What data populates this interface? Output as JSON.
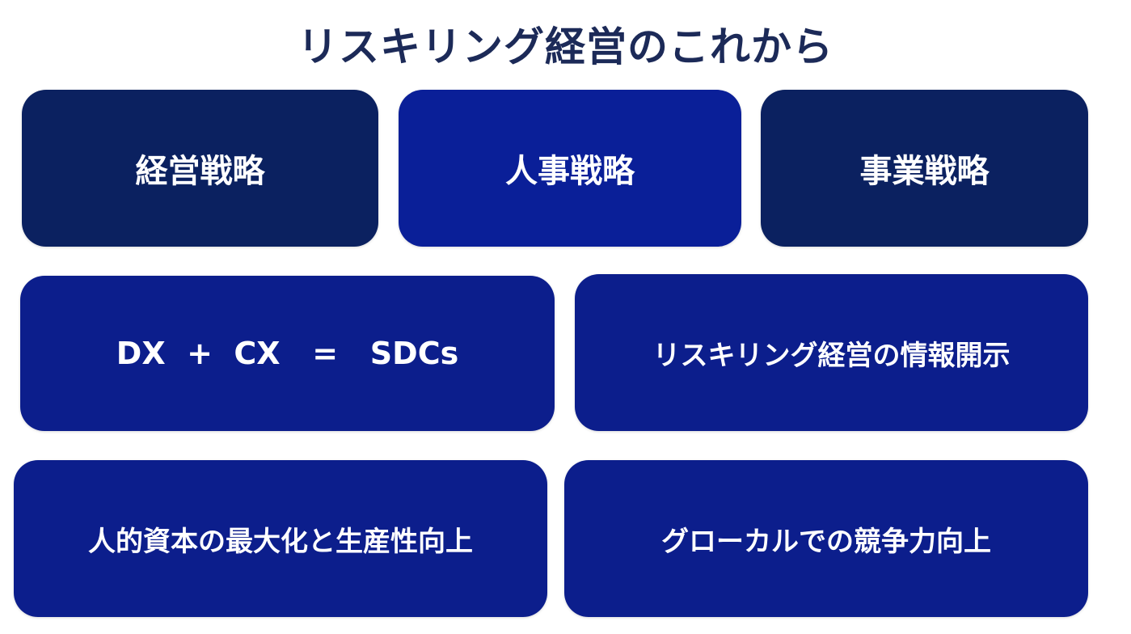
{
  "title": "リスキリング経営のこれから",
  "boxes": {
    "management_strategy": "経営戦略",
    "hr_strategy": "人事戦略",
    "business_strategy": "事業戦略",
    "formula": "DX  +  CX   =   SDCs",
    "disclosure": "リスキリング経営の情報開示",
    "human_capital": "人的資本の最大化と生産性向上",
    "glocal": "グローカルでの競争力向上"
  },
  "colors": {
    "title": "#1c2a58",
    "dark_box": "#0b2160",
    "mid_box": "#0a1f98",
    "low_box": "#0c1e8c"
  }
}
